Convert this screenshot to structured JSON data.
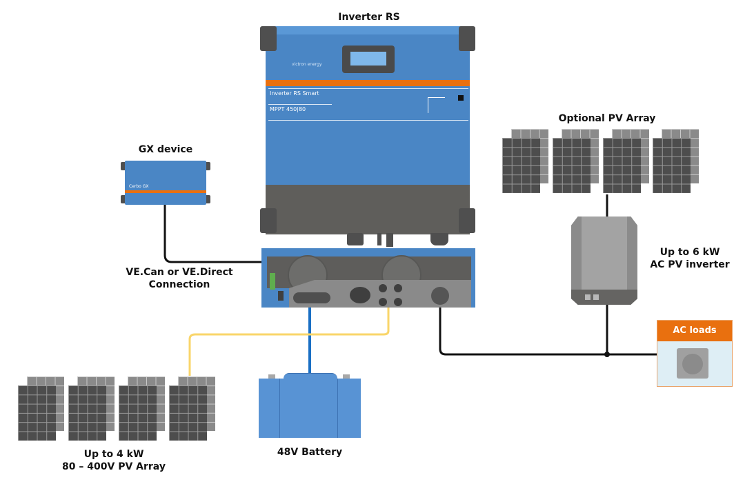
{
  "diagram": {
    "title": "Inverter RS system diagram",
    "components": {
      "inverter": {
        "label": "Inverter RS",
        "model_line1": "Inverter RS Smart",
        "model_line2": "MPPT 450|80",
        "brand": "victron energy"
      },
      "gx_device": {
        "label": "GX device",
        "model": "Cerbo GX"
      },
      "connection": {
        "label_line1": "VE.Can or VE.Direct",
        "label_line2": "Connection"
      },
      "optional_pv": {
        "label": "Optional PV Array"
      },
      "ac_pv_inverter": {
        "label_line1": "Up to 6 kW",
        "label_line2": "AC PV inverter"
      },
      "ac_loads": {
        "label": "AC loads",
        "icon": "power-socket-icon"
      },
      "battery": {
        "label": "48V Battery"
      },
      "dc_pv": {
        "label_line1": "Up to 4 kW",
        "label_line2": "80 – 400V PV Array"
      }
    },
    "wire_colors": {
      "communication": "#111111",
      "ac": "#111111",
      "dc_battery": "#1a6fc4",
      "pv": "#f9d56a"
    },
    "brand_colors": {
      "victron_blue": "#4a86c5",
      "orange": "#e9700f",
      "dark_gray": "#5f5e5b"
    }
  }
}
